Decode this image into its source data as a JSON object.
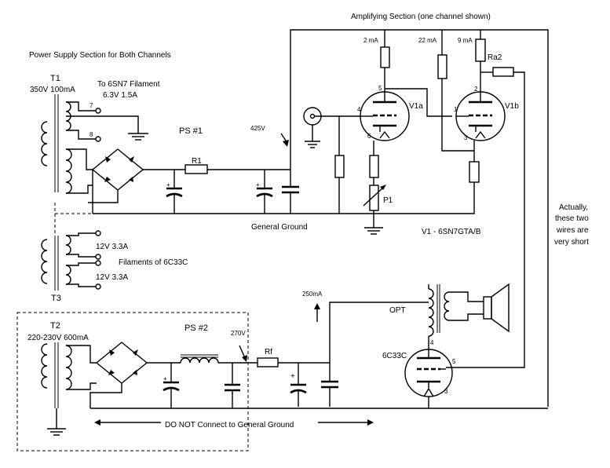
{
  "labels": {
    "amp_title": "Amplifying Section (one channel shown)",
    "ps_title": "Power Supply Section for Both Channels",
    "t1": "T1",
    "t1_rating": "350V 100mA",
    "filament_to": "To 6SN7 Filament",
    "filament_rating": "6.3V 1.5A",
    "pin7": "7",
    "pin8": "8",
    "ps1": "PS #1",
    "volt_425": "425V",
    "r1": "R1",
    "general_ground": "General Ground",
    "t3": "T3",
    "fil_a": "12V 3.3A",
    "fil_b": "12V 3.3A",
    "filaments_of": "Filaments of 6C33C",
    "t2": "T2",
    "t2_rating": "220-230V 600mA",
    "ps2": "PS #2",
    "volt_270": "270V",
    "rf": "Rf",
    "dont_connect": "DO NOT Connect to General Ground",
    "i_2ma": "2 mA",
    "i_22ma": "22 mA",
    "i_9ma": "9 mA",
    "ra2": "Ra2",
    "v1a": "V1a",
    "v1b": "V1b",
    "p1": "P1",
    "v1_type": "V1 - 6SN7GTA/B",
    "i_250ma": "250mA",
    "opt": "OPT",
    "tube_6c33c": "6C33C",
    "v1a_pin5": "5",
    "v1a_pin4": "4",
    "v1a_pin6": "6",
    "v1b_pin2": "2",
    "v1b_pin1": "1",
    "v1b_pin3": "3",
    "out_pin4": "4",
    "out_pin5": "5",
    "out_pin3": "3",
    "note_line1": "Actually,",
    "note_line2": "these two",
    "note_line3": "wires are",
    "note_line4": "very short"
  }
}
